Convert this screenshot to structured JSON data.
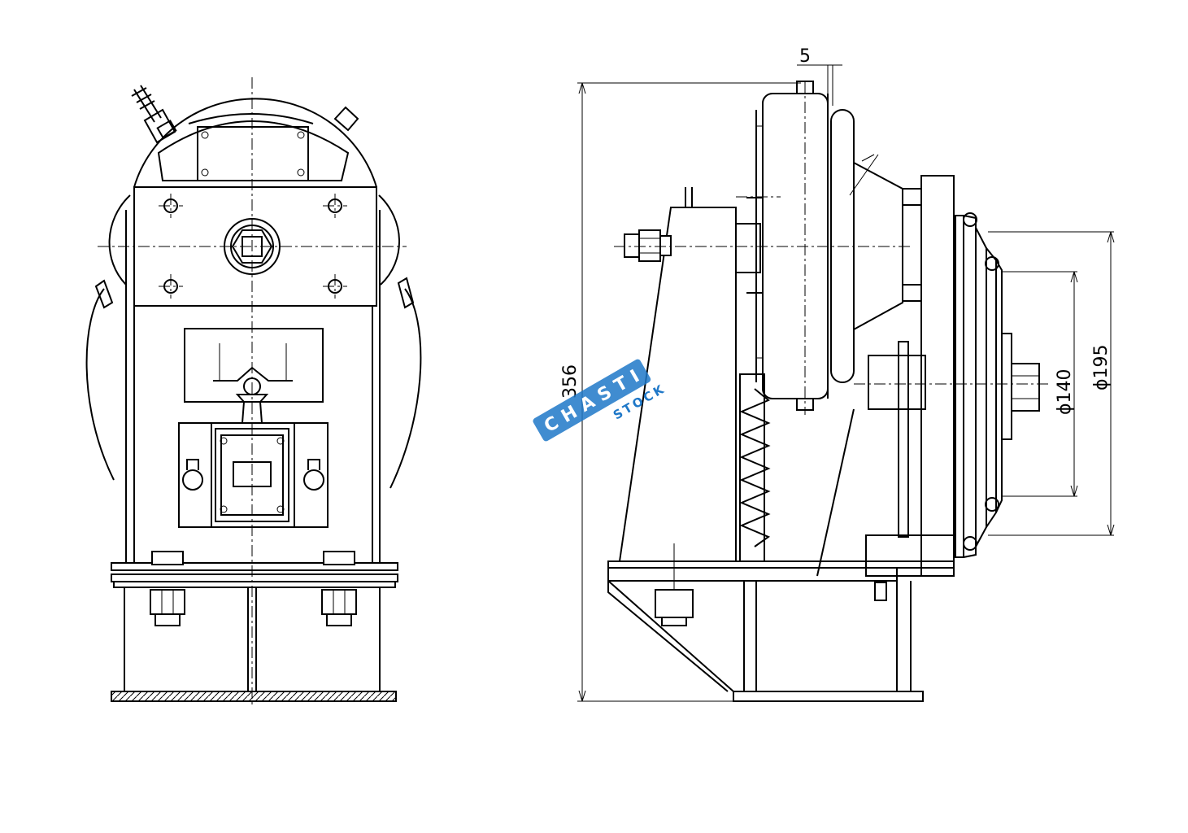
{
  "dimensions": {
    "gap": "5",
    "height": "356",
    "pulley_inner_diameter": "ϕ140",
    "pulley_outer_diameter": "ϕ195"
  },
  "watermark": {
    "brand": "CHASTI",
    "sub": "STOCK",
    "color": "#1f78c8"
  }
}
